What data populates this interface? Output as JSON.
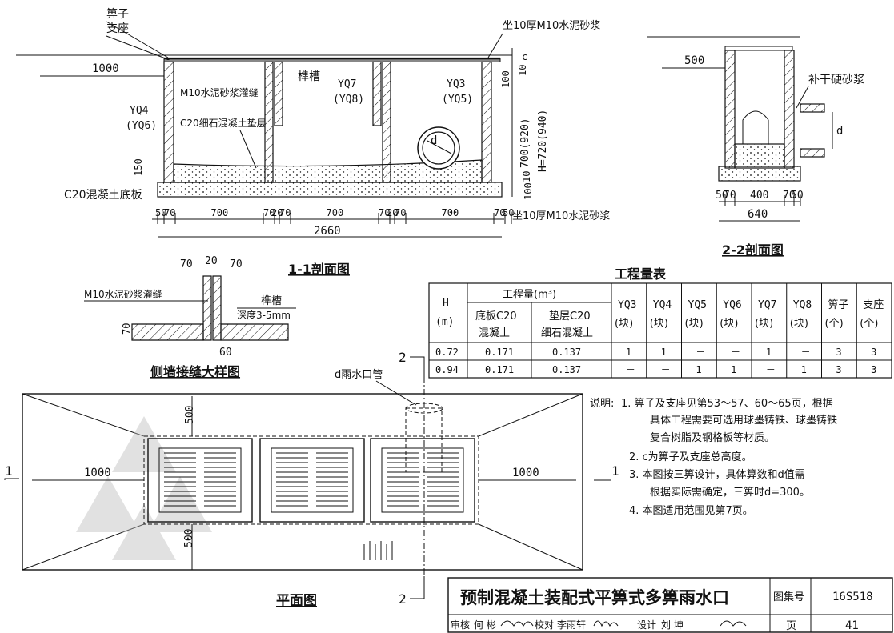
{
  "section_1_1": {
    "title": "1-1剖面图",
    "labels": {
      "grate": "箅子",
      "support": "支座",
      "mortar_top": "坐10厚M10水泥砂浆",
      "left_1000": "1000",
      "joint_fill": "M10水泥砂浆灌缝",
      "tenon": "榫槽",
      "yq4": "YQ4",
      "yq6": "(YQ6)",
      "yq7": "YQ7",
      "yq8": "(YQ8)",
      "yq3": "YQ3",
      "yq5": "(YQ5)",
      "c20_bed": "C20细石混凝土垫层",
      "base_slab": "C20混凝土底板",
      "mortar_bottom": "坐10厚M10水泥砂浆",
      "dim_c": "c",
      "dim_10a": "10",
      "dim_100": "100",
      "dim_700": "700(920)",
      "dim_h": "H=720(940)",
      "dim_10b": "10",
      "dim_100b": "100",
      "dim_150": "150",
      "dim_d": "d",
      "bottom_dims": [
        "50",
        "70",
        "700",
        "70",
        "20",
        "70",
        "700",
        "70",
        "20",
        "70",
        "700",
        "70",
        "50"
      ],
      "total": "2660"
    }
  },
  "section_2_2": {
    "title": "2-2剖面图",
    "dim_500": "500",
    "dry_mortar": "补干硬砂浆",
    "dim_d": "d",
    "bottom_dims": [
      "50",
      "70",
      "400",
      "70",
      "50"
    ],
    "total": "640"
  },
  "joint_detail": {
    "title": "侧墙接缝大样图",
    "top_dims": [
      "70",
      "20",
      "70"
    ],
    "joint_fill": "M10水泥砂浆灌缝",
    "tenon": "榫槽",
    "depth": "深度3-5mm",
    "dim_70": "70",
    "dim_60": "60"
  },
  "quantity_table": {
    "title": "工程量表",
    "header_h": "H",
    "header_h_unit": "(m)",
    "header_qty": "工程量(m³)",
    "header_base": [
      "底板C20",
      "混凝土"
    ],
    "header_bed": [
      "垫层C20",
      "细石混凝土"
    ],
    "header_cols": [
      {
        "name": "YQ3",
        "unit": "(块)"
      },
      {
        "name": "YQ4",
        "unit": "(块)"
      },
      {
        "name": "YQ5",
        "unit": "(块)"
      },
      {
        "name": "YQ6",
        "unit": "(块)"
      },
      {
        "name": "YQ7",
        "unit": "(块)"
      },
      {
        "name": "YQ8",
        "unit": "(块)"
      },
      {
        "name": "箅子",
        "unit": "(个)"
      },
      {
        "name": "支座",
        "unit": "(个)"
      }
    ],
    "rows": [
      [
        "0.72",
        "0.171",
        "0.137",
        "1",
        "1",
        "－",
        "－",
        "1",
        "－",
        "3",
        "3"
      ],
      [
        "0.94",
        "0.171",
        "0.137",
        "－",
        "－",
        "1",
        "1",
        "－",
        "1",
        "3",
        "3"
      ]
    ]
  },
  "plan_view": {
    "title": "平面图",
    "pipe_label": "d雨水口管",
    "dim_left": "1000",
    "dim_right": "1000",
    "dim_500a": "500",
    "dim_500b": "500",
    "mark_1": "1",
    "mark_2": "2"
  },
  "notes": {
    "heading": "说明:",
    "items": [
      "1. 箅子及支座见第53～57、60～65页，根据",
      "具体工程需要可选用球墨铸铁、球墨铸铁",
      "复合树脂及钢格板等材质。",
      "2. c为箅子及支座总高度。",
      "3. 本图按三箅设计，具体算数和d值需",
      "根据实际需确定，三箅时d=300。",
      "4. 本图适用范围见第7页。"
    ]
  },
  "title_block": {
    "title": "预制混凝土装配式平箅式多箅雨水口",
    "atlas_label": "图集号",
    "atlas_no": "16S518",
    "review_label": "审核",
    "review_name": "何 彬",
    "check_label": "校对",
    "check_name": "李雨轩",
    "design_label": "设计",
    "design_name": "刘 坤",
    "page_label": "页",
    "page_no": "41"
  }
}
